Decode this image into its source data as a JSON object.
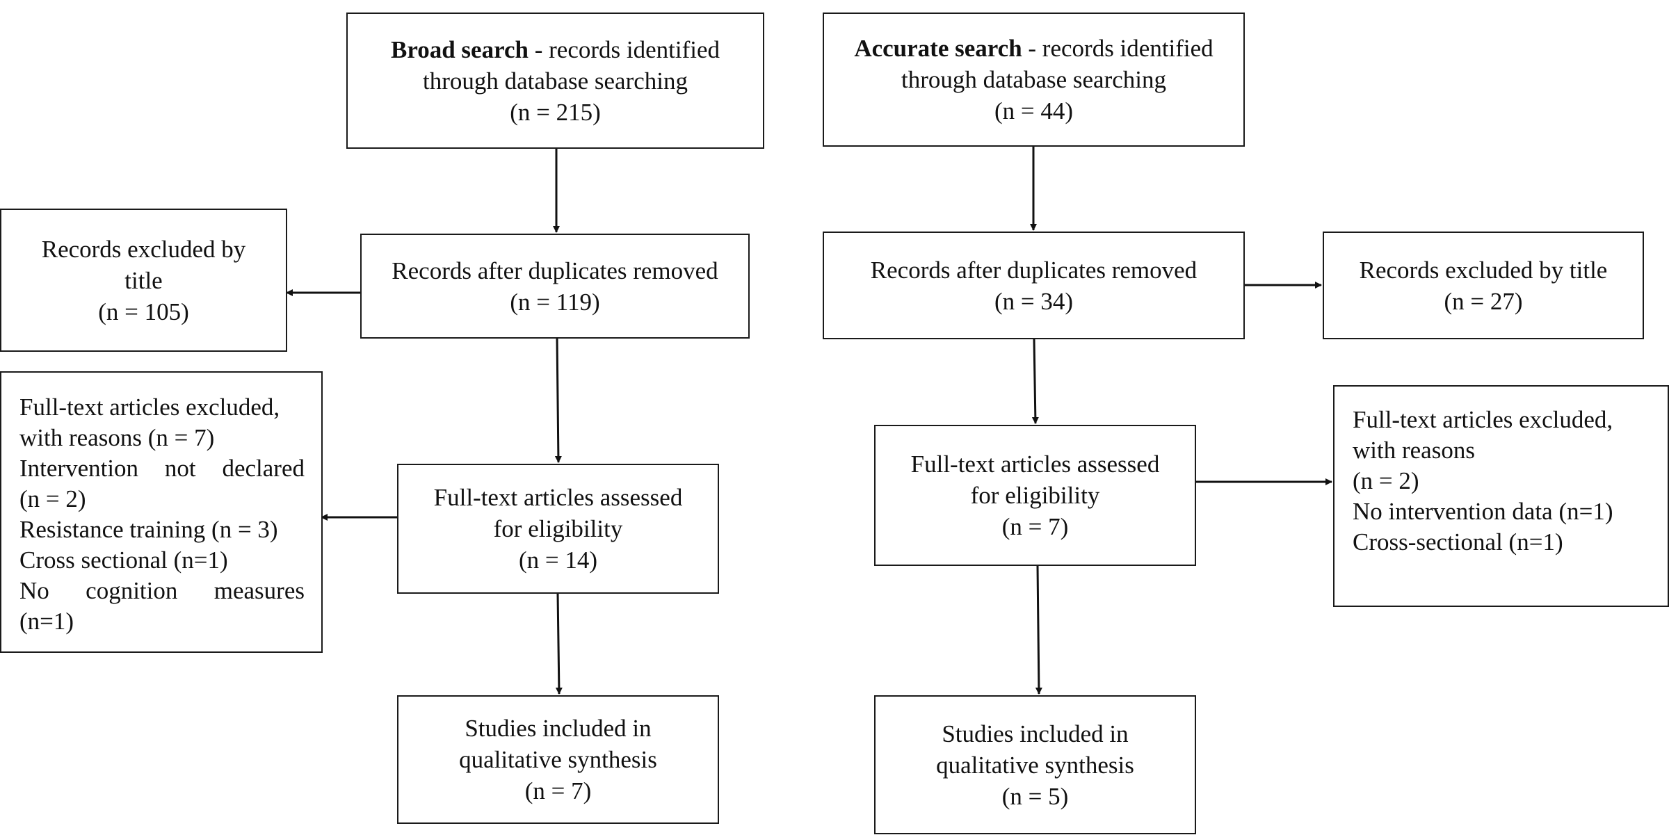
{
  "left_flow": {
    "identified": {
      "title": "Broad search",
      "text": " - records identified",
      "line2": "through database searching",
      "count": "(n = 215)"
    },
    "duplicates": {
      "line1": "Records after duplicates removed",
      "count": "(n = 119)"
    },
    "excluded_title": {
      "line1": "Records excluded by",
      "line2": "title",
      "count": "(n = 105)"
    },
    "assessed": {
      "line1": "Full-text articles assessed",
      "line2": "for eligibility",
      "count": "(n = 14)"
    },
    "excluded_fulltext": {
      "lines": [
        "Full-text articles excluded,",
        "with reasons (n = 7)",
        "Intervention not declared",
        "(n = 2)",
        "Resistance training (n = 3)",
        "Cross sectional (n=1)",
        "No cognition measures",
        "(n=1)"
      ]
    },
    "included": {
      "line1": "Studies included in",
      "line2": "qualitative synthesis",
      "count": "(n = 7)"
    }
  },
  "right_flow": {
    "identified": {
      "title": "Accurate search",
      "text": " - records identified",
      "line2": "through database searching",
      "count": "(n = 44)"
    },
    "duplicates": {
      "line1": "Records after duplicates removed",
      "count": "(n = 34)"
    },
    "excluded_title": {
      "line1": "Records excluded by title",
      "count": "(n = 27)"
    },
    "assessed": {
      "line1": "Full-text articles assessed",
      "line2": "for eligibility",
      "count": "(n = 7)"
    },
    "excluded_fulltext": {
      "lines": [
        "Full-text articles excluded,",
        "with reasons",
        "(n = 2)",
        "No intervention data (n=1)",
        "Cross-sectional (n=1)"
      ]
    },
    "included": {
      "line1": "Studies included in",
      "line2": "qualitative synthesis",
      "count": "(n = 5)"
    }
  },
  "colors": {
    "line": "#1a1a1a",
    "background": "#ffffff"
  }
}
